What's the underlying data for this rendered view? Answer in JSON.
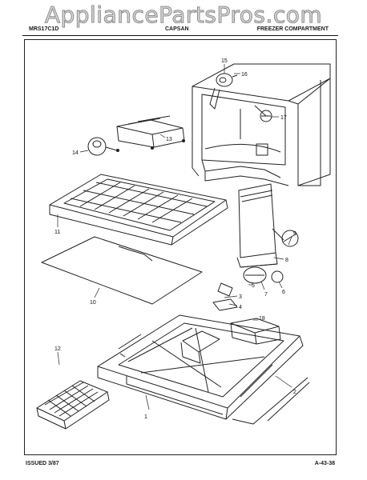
{
  "watermark": "AppliancePartsPros.com",
  "header": {
    "model": "MRS17C1D",
    "brand": "CAPSAN",
    "section": "FREEZER COMPARTMENT"
  },
  "callouts": [
    "1",
    "2",
    "3",
    "4",
    "5",
    "6",
    "7",
    "8",
    "9",
    "10",
    "11",
    "12",
    "13",
    "14",
    "15",
    "16",
    "17",
    "18"
  ],
  "footer": {
    "issued": "ISSUED 3/87",
    "code": "A-43-38"
  }
}
